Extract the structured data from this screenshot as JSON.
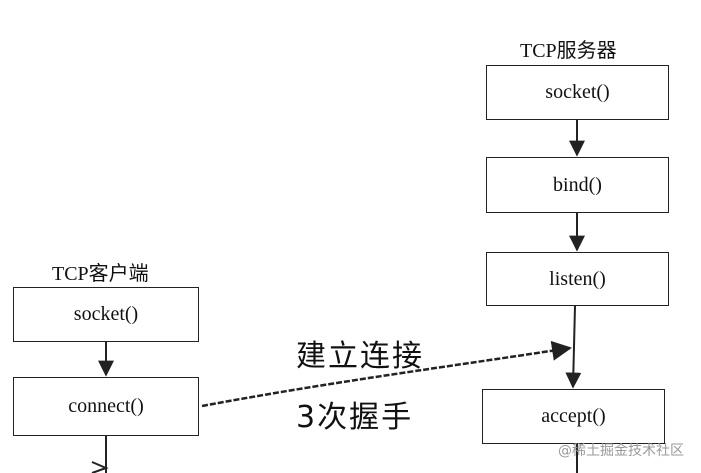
{
  "client": {
    "heading": "TCP客户端",
    "steps": [
      "socket()",
      "connect()"
    ]
  },
  "server": {
    "heading": "TCP服务器",
    "steps": [
      "socket()",
      "bind()",
      "listen()",
      "accept()"
    ]
  },
  "connection": {
    "label_line1": "建立连接",
    "label_line2": "3次握手"
  },
  "watermark": "@稀土掘金技术社区",
  "colors": {
    "line": "#222222",
    "box_border": "#222222",
    "watermark": "#9a9a9a"
  }
}
